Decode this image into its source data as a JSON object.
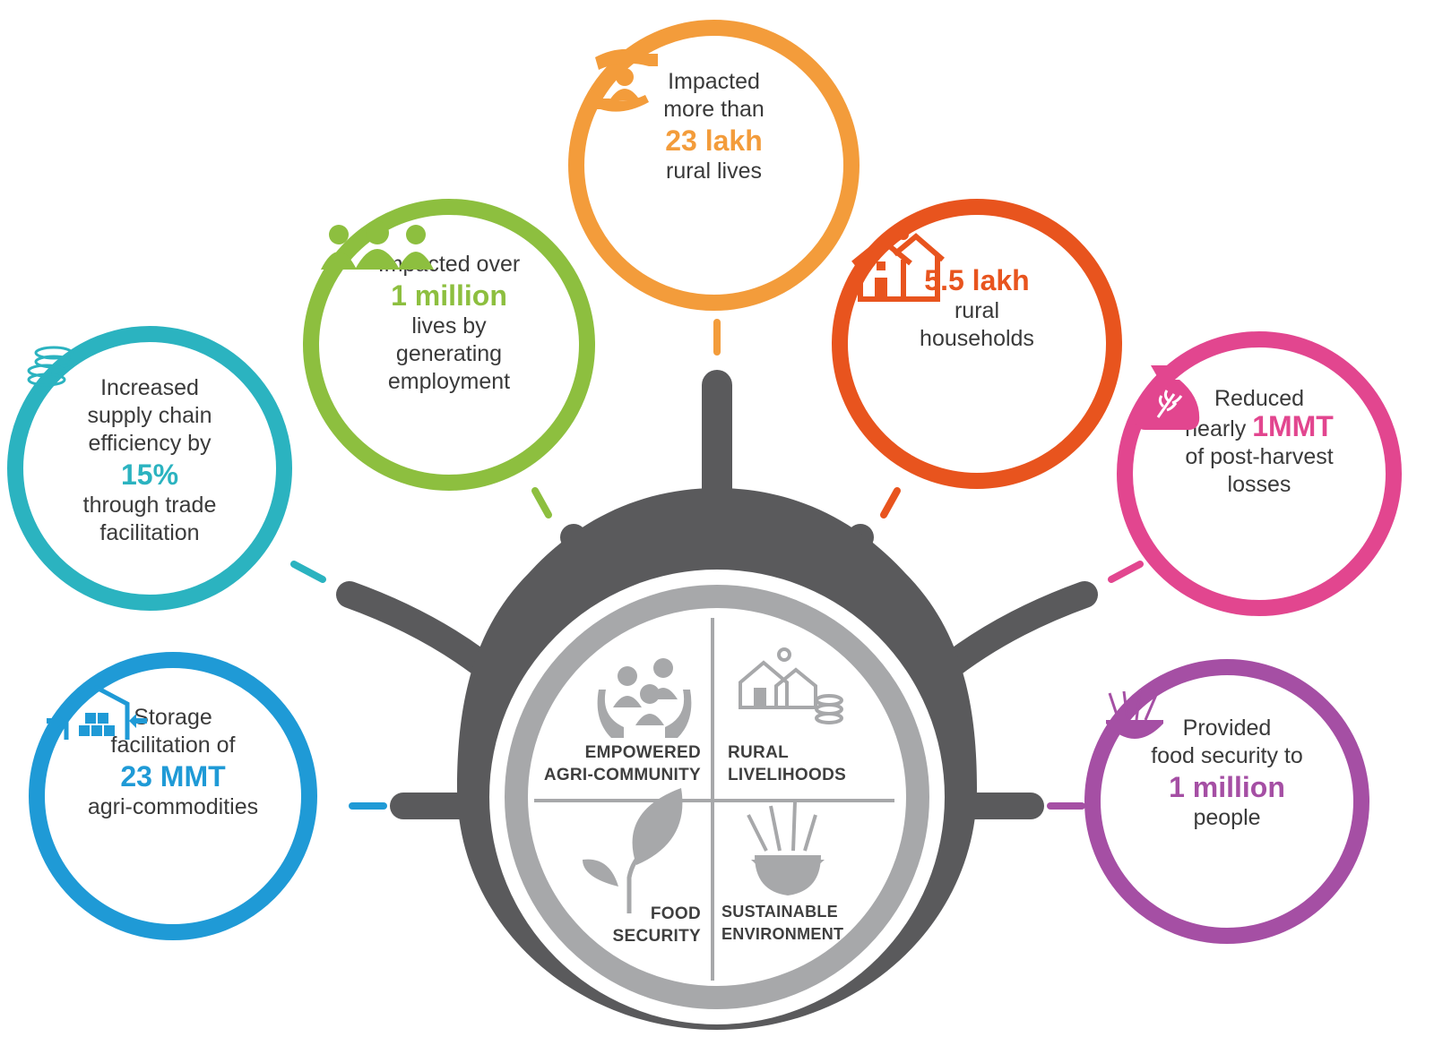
{
  "colors": {
    "hub": "#5a5a5c",
    "inner_ring": "#a7a8aa",
    "center_fill": "#ffffff",
    "label_text": "#3f3f3f",
    "teal": "#2bb3c0",
    "green": "#8dbf3f",
    "orange": "#f39c3b",
    "red_orange": "#e8541e",
    "pink": "#e2468f",
    "purple": "#a54fa4",
    "blue": "#1f9ad6"
  },
  "bubbles": [
    {
      "key": "storage",
      "color": "#1f9ad6",
      "line1": "Storage",
      "line2": "facilitation of",
      "highlight": "23 MMT",
      "line3": "agri-commodities",
      "icon": "warehouse-icon"
    },
    {
      "key": "supply",
      "color": "#2bb3c0",
      "line1": "Increased",
      "line2": "supply chain",
      "line3": "efficiency by",
      "highlight": "15%",
      "line4": "through trade",
      "line5": "facilitation",
      "icon": "coins-icon"
    },
    {
      "key": "employment",
      "color": "#8dbf3f",
      "line1": "Impacted over",
      "highlight": "1 million",
      "line2": "lives by",
      "line3": "generating",
      "line4": "employment",
      "icon": "people-group-icon"
    },
    {
      "key": "rural_lives",
      "color": "#f39c3b",
      "line1": "Impacted",
      "line2": "more than",
      "highlight": "23 lakh",
      "line3": "rural lives",
      "icon": "hands-person-icon"
    },
    {
      "key": "households",
      "color": "#e8541e",
      "highlight": "5.5 lakh",
      "line1": "rural",
      "line2": "households",
      "icon": "house-sun-icon"
    },
    {
      "key": "post_harvest",
      "color": "#e2468f",
      "line1": "Reduced",
      "line2_prefix": "nearly",
      "highlight": "1MMT",
      "line3": "of post-harvest",
      "line4": "losses",
      "icon": "grain-sack-icon"
    },
    {
      "key": "food_security",
      "color": "#a54fa4",
      "line1": "Provided",
      "line2": "food security to",
      "highlight": "1 million",
      "line3": "people",
      "icon": "grain-bowl-icon"
    }
  ],
  "quadrants": {
    "tl": {
      "line1": "EMPOWERED",
      "line2": "AGRI-COMMUNITY",
      "icon": "community-hands-icon"
    },
    "tr": {
      "line1": "RURAL",
      "line2": "LIVELIHOODS",
      "icon": "houses-coins-icon"
    },
    "bl": {
      "line1": "FOOD",
      "line2": "SECURITY",
      "icon": "leaf-plant-icon"
    },
    "br": {
      "line1": "SUSTAINABLE",
      "line2": "ENVIRONMENT",
      "icon": "wheat-bowl-icon"
    }
  }
}
